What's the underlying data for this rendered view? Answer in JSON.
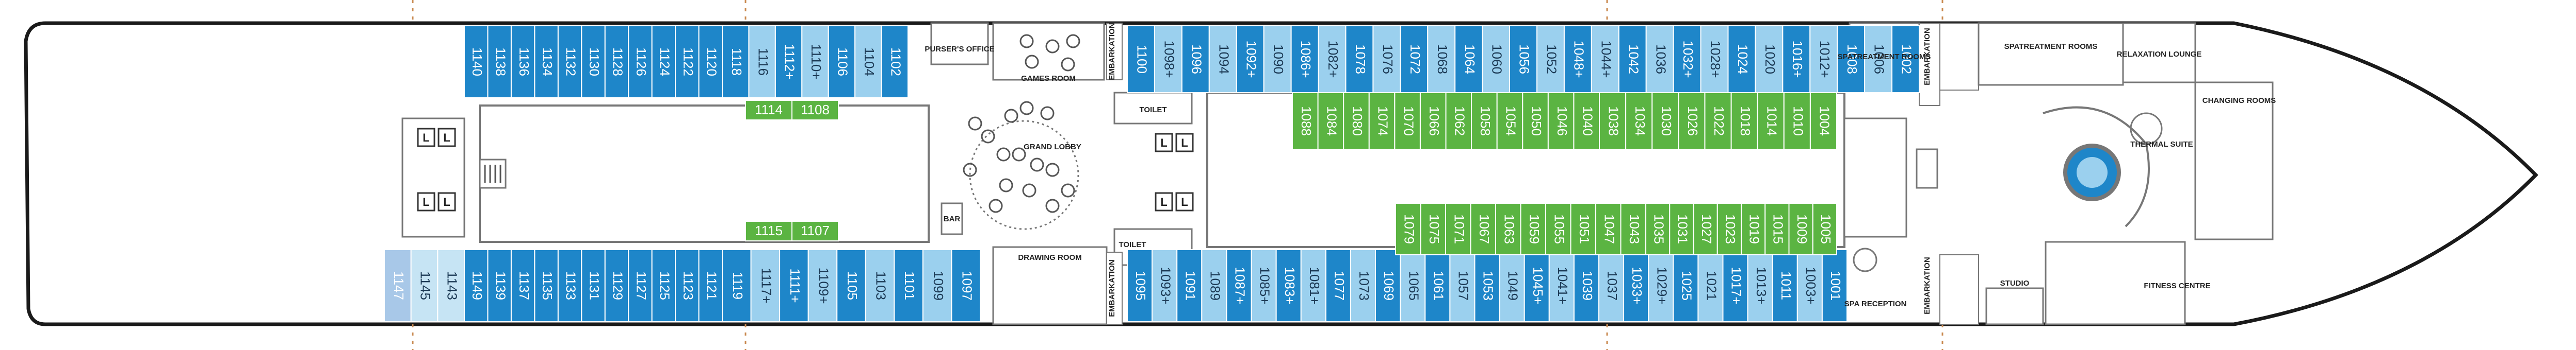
{
  "colors": {
    "blue": "#1e86c9",
    "light_blue": "#9bd0ee",
    "pale_blue": "#c6e4f4",
    "green": "#5bb442",
    "hull_line": "#1a1a1a",
    "dash": "#c98a50",
    "wall": "#777777"
  },
  "rooms": {
    "pursers_office": "PURSER'S OFFICE",
    "games_room": "GAMES ROOM",
    "grand_lobby": "GRAND LOBBY",
    "bar": "BAR",
    "toilet_top": "TOILET",
    "toilet_bottom": "TOILET",
    "drawing_room": "DRAWING ROOM",
    "embarkation_1": "EMBARKATION",
    "embarkation_2": "EMBARKATION",
    "embarkation_3": "EMBARKATION",
    "embarkation_4": "EMBARKATION",
    "spa_treatment_1": "SPATREATMENT ROOMS",
    "spa_treatment_2": "SPATREATMENT ROOMS",
    "relaxation_lounge": "RELAXATION LOUNGE",
    "changing_rooms": "CHANGING ROOMS",
    "thermal_suite": "THERMAL SUITE",
    "spa_reception": "SPA RECEPTION",
    "studio": "STUDIO",
    "fitness_centre": "FITNESS CENTRE",
    "lift": "L"
  },
  "cabins_top_aft": [
    "1140",
    "1138",
    "1136",
    "1134",
    "1132",
    "1130",
    "1128",
    "1126",
    "1124",
    "1122",
    "1120"
  ],
  "cabins_bottom_aft": [
    "1149",
    "1139",
    "1137",
    "1135",
    "1133",
    "1131",
    "1129",
    "1127",
    "1125",
    "1123",
    "1121"
  ],
  "cabins_top_mid": [
    "1118",
    "1116",
    "1112+",
    "1110+",
    "1106",
    "1104",
    "1102"
  ],
  "cabins_bottom_mid": [
    "1119",
    "1117+",
    "1111+",
    "1109+",
    "1105",
    "1103",
    "1101",
    "1099",
    "1097"
  ],
  "cabins_top_fwd": [
    "1100",
    "1098+",
    "1096",
    "1094",
    "1092+",
    "1090",
    "1086+",
    "1082+",
    "1078",
    "1076",
    "1072",
    "1068",
    "1064",
    "1060",
    "1056",
    "1052",
    "1048+",
    "1044+",
    "1042",
    "1036",
    "1032+",
    "1028+",
    "1024",
    "1020",
    "1016+",
    "1012+",
    "1008",
    "1006",
    "1002"
  ],
  "cabins_bottom_fwd": [
    "1095",
    "1093+",
    "1091",
    "1089",
    "1087+",
    "1085+",
    "1083+",
    "1081+",
    "1077",
    "1073",
    "1069",
    "1065",
    "1061",
    "1057",
    "1053",
    "1049",
    "1045+",
    "1041+",
    "1039",
    "1037",
    "1033+",
    "1029+",
    "1025",
    "1021",
    "1017+",
    "1013+",
    "1011",
    "1003+",
    "1001"
  ],
  "cabins_far_aft": [
    "1147",
    "1145",
    "1143"
  ],
  "cabins_green_top": [
    "1114",
    "1108"
  ],
  "cabins_green_bottom": [
    "1115",
    "1107"
  ],
  "cabins_green_inner_top": [
    "1088",
    "1084",
    "1080",
    "1074",
    "1070",
    "1066",
    "1062",
    "1058",
    "1054",
    "1050",
    "1046",
    "1040",
    "1038",
    "1034",
    "1030",
    "1026",
    "1022",
    "1018",
    "1014",
    "1010",
    "1004"
  ],
  "cabins_green_inner_bottom": [
    "1079",
    "1075",
    "1071",
    "1067",
    "1063",
    "1059",
    "1055",
    "1051",
    "1047",
    "1043",
    "1035",
    "1031",
    "1027",
    "1023",
    "1019",
    "1015",
    "1009",
    "1005"
  ]
}
